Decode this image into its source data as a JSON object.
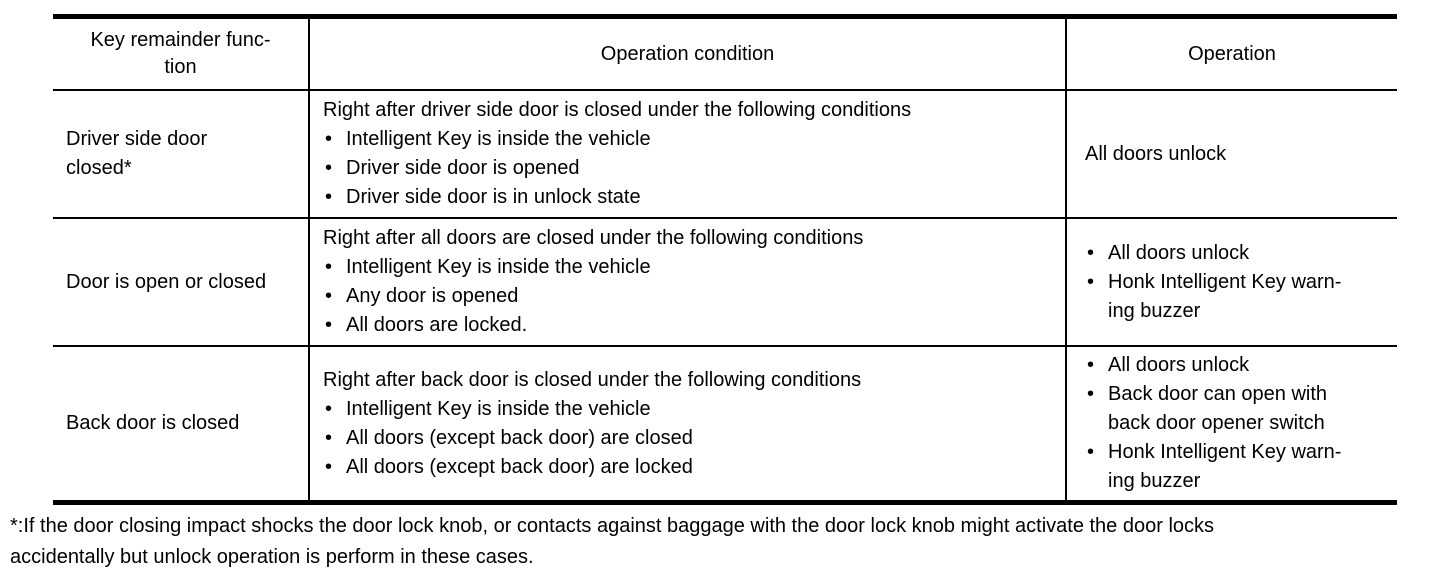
{
  "glyphs": {
    "bullet": "•"
  },
  "table": {
    "headers": {
      "key_function": "Key remainder func-\ntion",
      "operation_condition": "Operation condition",
      "operation": "Operation"
    },
    "rows": [
      {
        "function": "Driver side door\nclosed*",
        "condition_intro": "Right after driver side door is closed under the following conditions",
        "condition_bullets": [
          "Intelligent Key is inside the vehicle",
          "Driver side door is opened",
          "Driver side door is in unlock state"
        ],
        "operation_text": "All doors unlock"
      },
      {
        "function": "Door is open or closed",
        "condition_intro": "Right after all doors are closed under the following conditions",
        "condition_bullets": [
          "Intelligent Key is inside the vehicle",
          "Any door is opened",
          "All doors are locked."
        ],
        "operation_bullets": [
          "All doors unlock",
          "Honk Intelligent Key warn-\ning buzzer"
        ]
      },
      {
        "function": "Back door is closed",
        "condition_intro": "Right after back door is closed under the following conditions",
        "condition_bullets": [
          "Intelligent Key is inside the vehicle",
          "All doors (except back door) are closed",
          "All doors (except back door) are locked"
        ],
        "operation_bullets": [
          "All doors unlock",
          "Back door can open with\nback door opener switch",
          "Honk Intelligent Key warn-\ning buzzer"
        ]
      }
    ]
  },
  "footnote": "*:If the door closing impact shocks the door lock knob, or contacts against baggage with the door lock knob might activate the door locks\naccidentally but unlock operation is perform in these cases."
}
